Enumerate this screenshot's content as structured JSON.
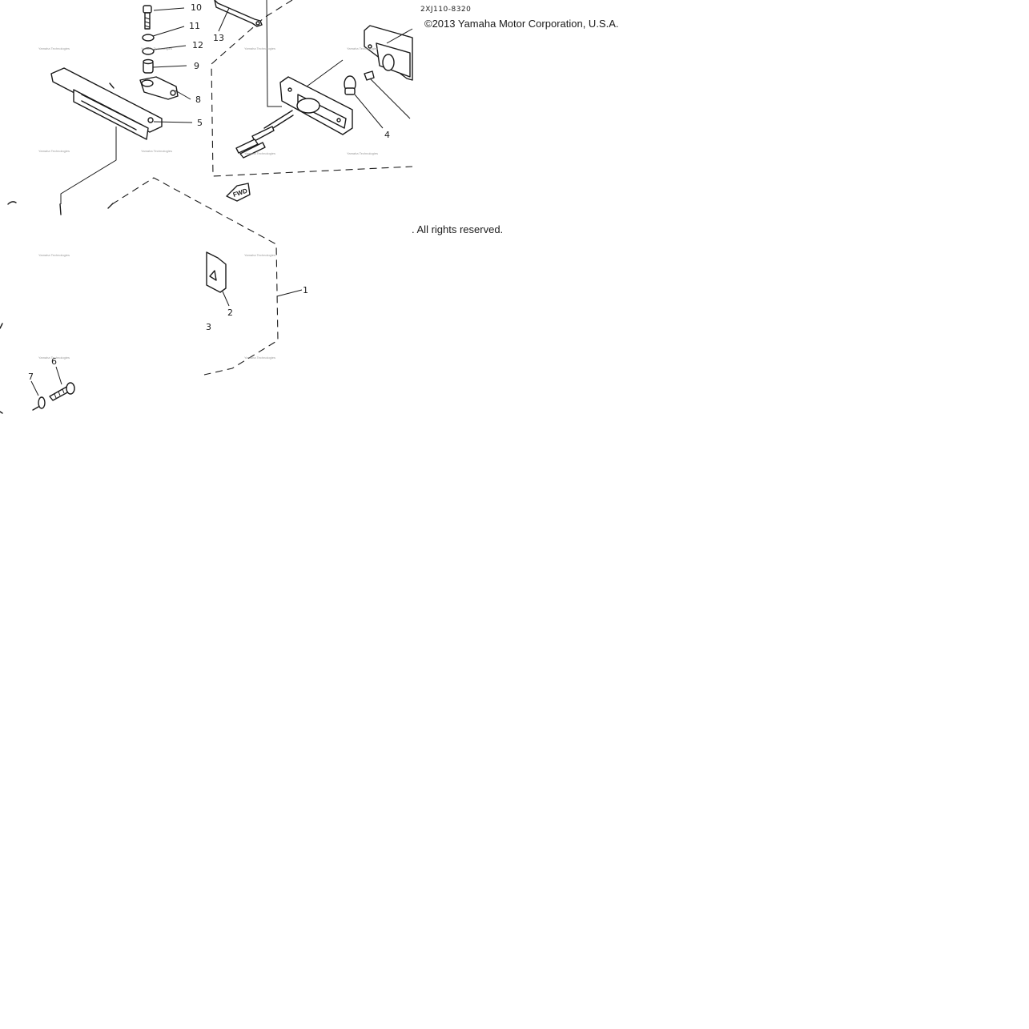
{
  "diagram": {
    "drawing_code": "2XJ110-8320",
    "copyright": "©2013 Yamaha Motor Corporation, U.S.A.",
    "rights": ". All rights reserved.",
    "fwd_label": "FWD",
    "callouts": {
      "c1": "1",
      "c2": "2",
      "c3": "3",
      "c4": "4",
      "c5": "5",
      "c6": "6",
      "c7": "7",
      "c8": "8",
      "c9": "9",
      "c10": "10",
      "c11": "11",
      "c12": "12",
      "c13": "13"
    },
    "watermark": "Yamaha Technologies"
  }
}
